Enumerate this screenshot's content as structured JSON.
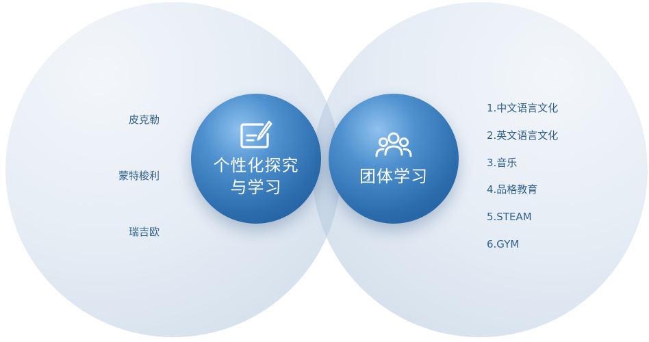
{
  "left_node": {
    "title": "个性化探究\n与学习",
    "icon": "pen-note-icon"
  },
  "right_node": {
    "title": "团体学习",
    "icon": "people-group-icon"
  },
  "left_items": [
    "皮克勒",
    "蒙特梭利",
    "瑞吉欧"
  ],
  "right_items": [
    "1.中文语言文化",
    "2.英文语言文化",
    "3.音乐",
    "4.品格教育",
    "5.STEAM",
    "6.GYM"
  ],
  "colors": {
    "big_circle": "#e6edf5",
    "overlap": "#c8d6e6",
    "node": "#2a6aab",
    "label": "#2f5f8f"
  }
}
